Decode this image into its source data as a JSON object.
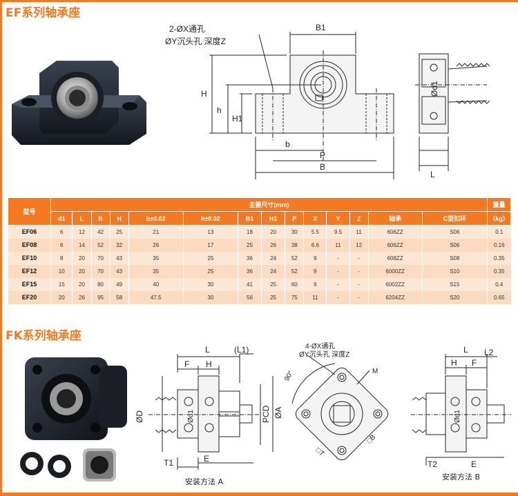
{
  "ef_section": {
    "title": "EF系列轴承座",
    "drawing": {
      "hole_note_1": "2-ØX通孔",
      "hole_note_2": "ØY沉头孔  深度Z",
      "dim_B1": "B1",
      "dim_H": "H",
      "dim_h": "h",
      "dim_H1": "H1",
      "dim_b": "b",
      "dim_P": "P",
      "dim_B": "B",
      "dim_d1": "Ød1",
      "dim_L": "L"
    }
  },
  "table": {
    "model_header": "型号",
    "main_header": "主要尺寸(mm)",
    "weight_header": "重量",
    "weight_unit": "（kg）",
    "columns": [
      "d1",
      "L",
      "B",
      "H",
      "b±0.02",
      "h±0.02",
      "B1",
      "H1",
      "P",
      "X",
      "Y",
      "Z",
      "轴承",
      "C型扣环"
    ],
    "rows": [
      [
        "EF06",
        "6",
        "12",
        "42",
        "25",
        "21",
        "13",
        "18",
        "20",
        "30",
        "5.5",
        "9.5",
        "11",
        "606ZZ",
        "S06",
        "0.1"
      ],
      [
        "EF08",
        "6",
        "14",
        "52",
        "32",
        "26",
        "17",
        "25",
        "26",
        "38",
        "6.6",
        "11",
        "12",
        "606ZZ",
        "S06",
        "0.16"
      ],
      [
        "EF10",
        "8",
        "20",
        "70",
        "43",
        "35",
        "25",
        "36",
        "24",
        "52",
        "9",
        "-",
        "-",
        "608ZZ",
        "S08",
        "0.35"
      ],
      [
        "EF12",
        "10",
        "20",
        "70",
        "43",
        "35",
        "25",
        "36",
        "24",
        "52",
        "9",
        "-",
        "-",
        "6000ZZ",
        "S10",
        "0.35"
      ],
      [
        "EF15",
        "15",
        "20",
        "80",
        "49",
        "40",
        "30",
        "41",
        "25",
        "60",
        "9",
        "-",
        "-",
        "6002ZZ",
        "S15",
        "0.4"
      ],
      [
        "EF20",
        "20",
        "26",
        "95",
        "58",
        "47.5",
        "30",
        "56",
        "25",
        "75",
        "11",
        "-",
        "-",
        "6204ZZ",
        "S20",
        "0.65"
      ]
    ]
  },
  "fk_section": {
    "title": "FK系列轴承座",
    "drawing_a": {
      "L": "L",
      "L1": "(L1)",
      "F": "F",
      "H": "H",
      "D": "ØD",
      "d1": "Ød1",
      "PCD": "PCD",
      "A": "ØA",
      "T1": "T1",
      "E": "E",
      "caption": "安装方法  A"
    },
    "drawing_center": {
      "hole_note_1": "4-ØX通孔",
      "hole_note_2": "ØY沉头孔  深度Z",
      "angle": "90°",
      "M": "M",
      "T": "□T",
      "Bsq": "□B"
    },
    "drawing_b": {
      "L": "L",
      "L2": "L2",
      "H": "H",
      "F": "F",
      "d1": "Ød1",
      "T2": "T2",
      "E": "E",
      "caption": "安装方法  B"
    }
  }
}
